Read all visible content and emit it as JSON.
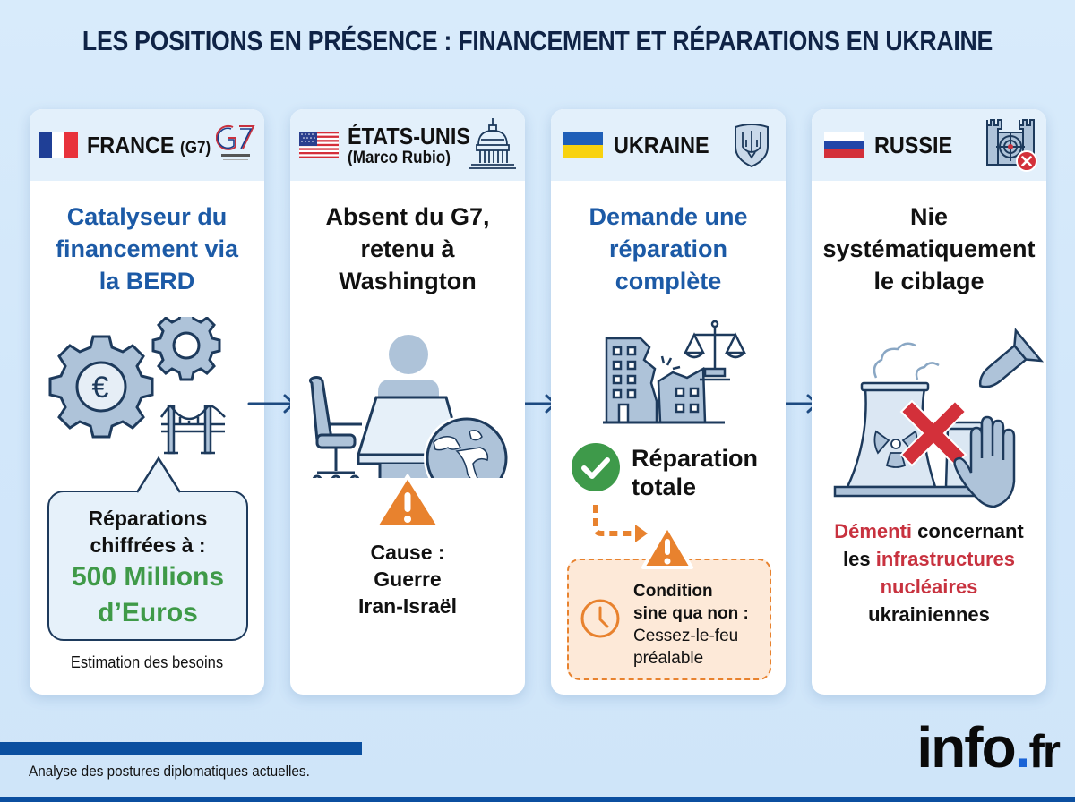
{
  "title": "LES POSITIONS EN PRÉSENCE : FINANCEMENT ET RÉPARATIONS EN UKRAINE",
  "colors": {
    "background": "#d6eafb",
    "title": "#0f2346",
    "accent_blue": "#1c5aa6",
    "amount_green": "#3f9a48",
    "warning_orange": "#e8822e",
    "deny_red": "#c8323f",
    "footer_bar": "#0b4fa0",
    "logo_dot": "#1a63d6"
  },
  "cards": [
    {
      "country": "FRANCE",
      "country_suffix": "(G7)",
      "flag": "france-flag",
      "head_icon": "g7-logo-icon",
      "g7_logo_text": "G7",
      "headline": "Catalyseur du financement via la BERD",
      "illustration": [
        "euro-gear-icon",
        "gear-icon",
        "bridge-icon"
      ],
      "bubble": {
        "line1": "Réparations",
        "line2": "chiffrées à :",
        "amount_line1": "500 Millions",
        "amount_line2": "d’Euros"
      },
      "caption": "Estimation des besoins"
    },
    {
      "country": "ÉTATS-UNIS",
      "country_sub": "(Marco Rubio)",
      "flag": "usa-flag",
      "head_icon": "capitol-icon",
      "headline": "Absent du G7, retenu à Washington",
      "illustration": [
        "empty-chair-icon",
        "desk-icon",
        "globe-icon",
        "warning-icon"
      ],
      "cause_line1": "Cause :",
      "cause_line2": "Guerre",
      "cause_line3": "Iran-Israël"
    },
    {
      "country": "UKRAINE",
      "flag": "ukraine-flag",
      "head_icon": "trident-shield-icon",
      "headline": "Demande une réparation complète",
      "illustration": [
        "damaged-building-icon",
        "justice-scales-icon"
      ],
      "status_line1": "Réparation",
      "status_line2": "totale",
      "condition_title1": "Condition",
      "condition_title2": "sine qua non :",
      "condition_text1": "Cessez-le-feu",
      "condition_text2": "préalable"
    },
    {
      "country": "RUSSIE",
      "flag": "russia-flag",
      "head_icon": "fortress-target-denied-icon",
      "headline": "Nie systématiquement le ciblage",
      "illustration": [
        "nuclear-plant-icon",
        "missile-icon",
        "red-cross-icon",
        "stop-hand-icon"
      ],
      "denial_word": "Démenti",
      "denial_rest": " concernant",
      "line2_plain": "les ",
      "line2_red": "infrastructures",
      "line3_red": "nucléaires",
      "line4": "ukrainiennes"
    }
  ],
  "footer": {
    "caption": "Analyse des postures diplomatiques actuelles.",
    "logo_main": "info",
    "logo_dot": ".",
    "logo_tld": "fr"
  }
}
